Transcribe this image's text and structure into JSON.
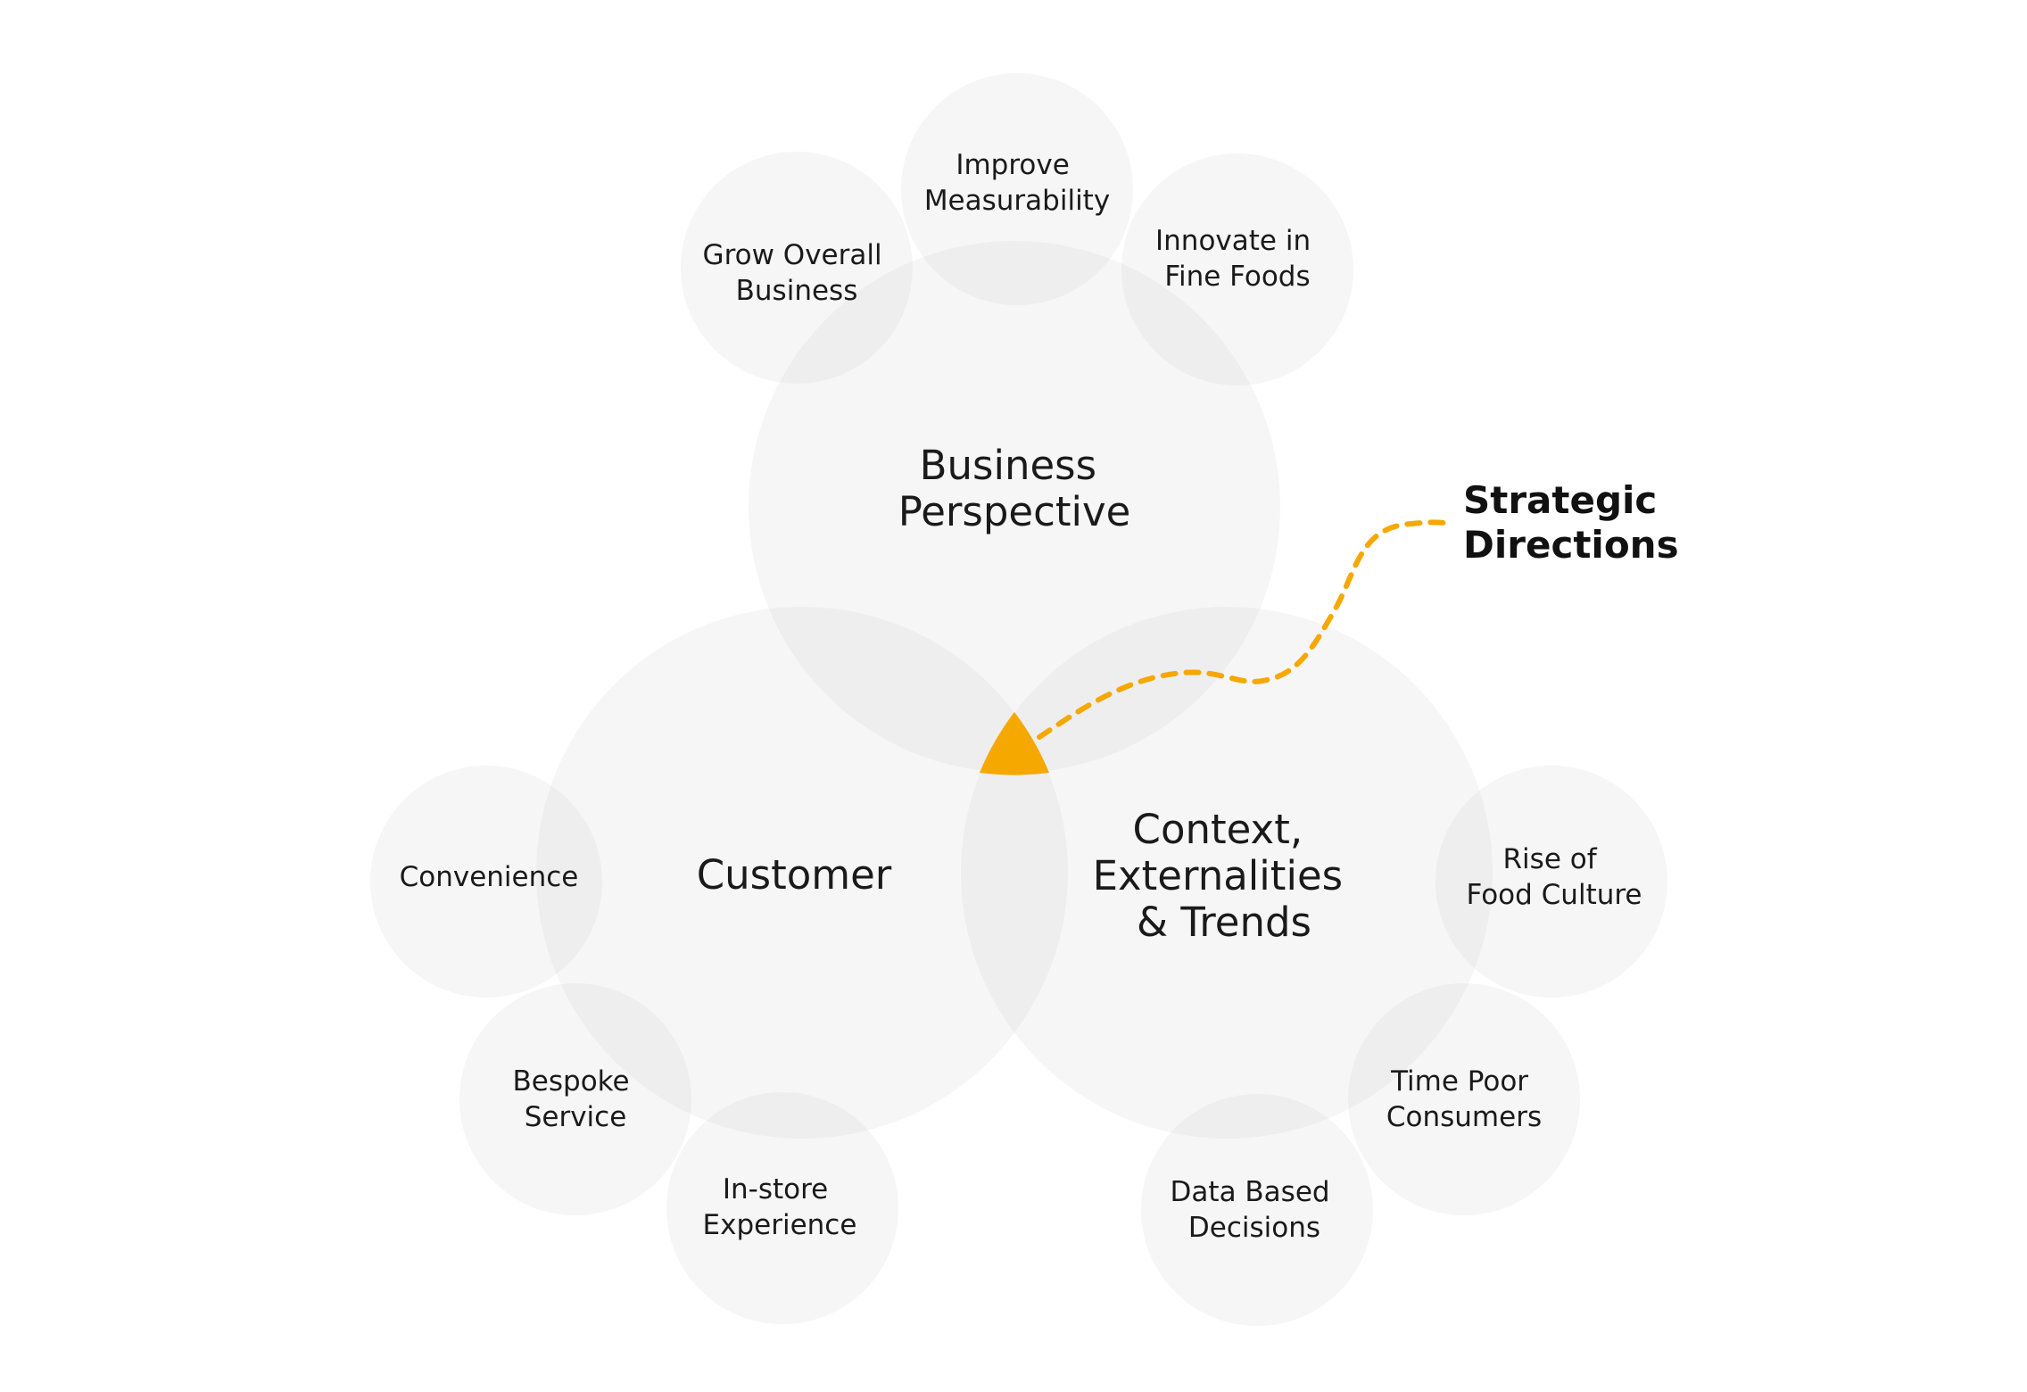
{
  "colors": {
    "circle_fill": "#d0d0d0",
    "accent": "#f5a800",
    "text": "#1a1a1a"
  },
  "main_circles": {
    "business": [
      "Business",
      "Perspective"
    ],
    "customer": [
      "Customer"
    ],
    "context": [
      "Context,",
      "Externalities",
      "& Trends"
    ]
  },
  "sub_circles": {
    "grow": [
      "Grow Overall",
      "Business"
    ],
    "measurability": [
      "Improve",
      "Measurability"
    ],
    "innovate": [
      "Innovate in",
      "Fine Foods"
    ],
    "convenience": [
      "Convenience"
    ],
    "bespoke": [
      "Bespoke",
      "Service"
    ],
    "instore": [
      "In-store",
      "Experience"
    ],
    "food_culture": [
      "Rise of",
      "Food Culture"
    ],
    "time_poor": [
      "Time Poor",
      "Consumers"
    ],
    "data_based": [
      "Data Based",
      "Decisions"
    ]
  },
  "callout": {
    "lines": [
      "Strategic",
      "Directions"
    ]
  }
}
